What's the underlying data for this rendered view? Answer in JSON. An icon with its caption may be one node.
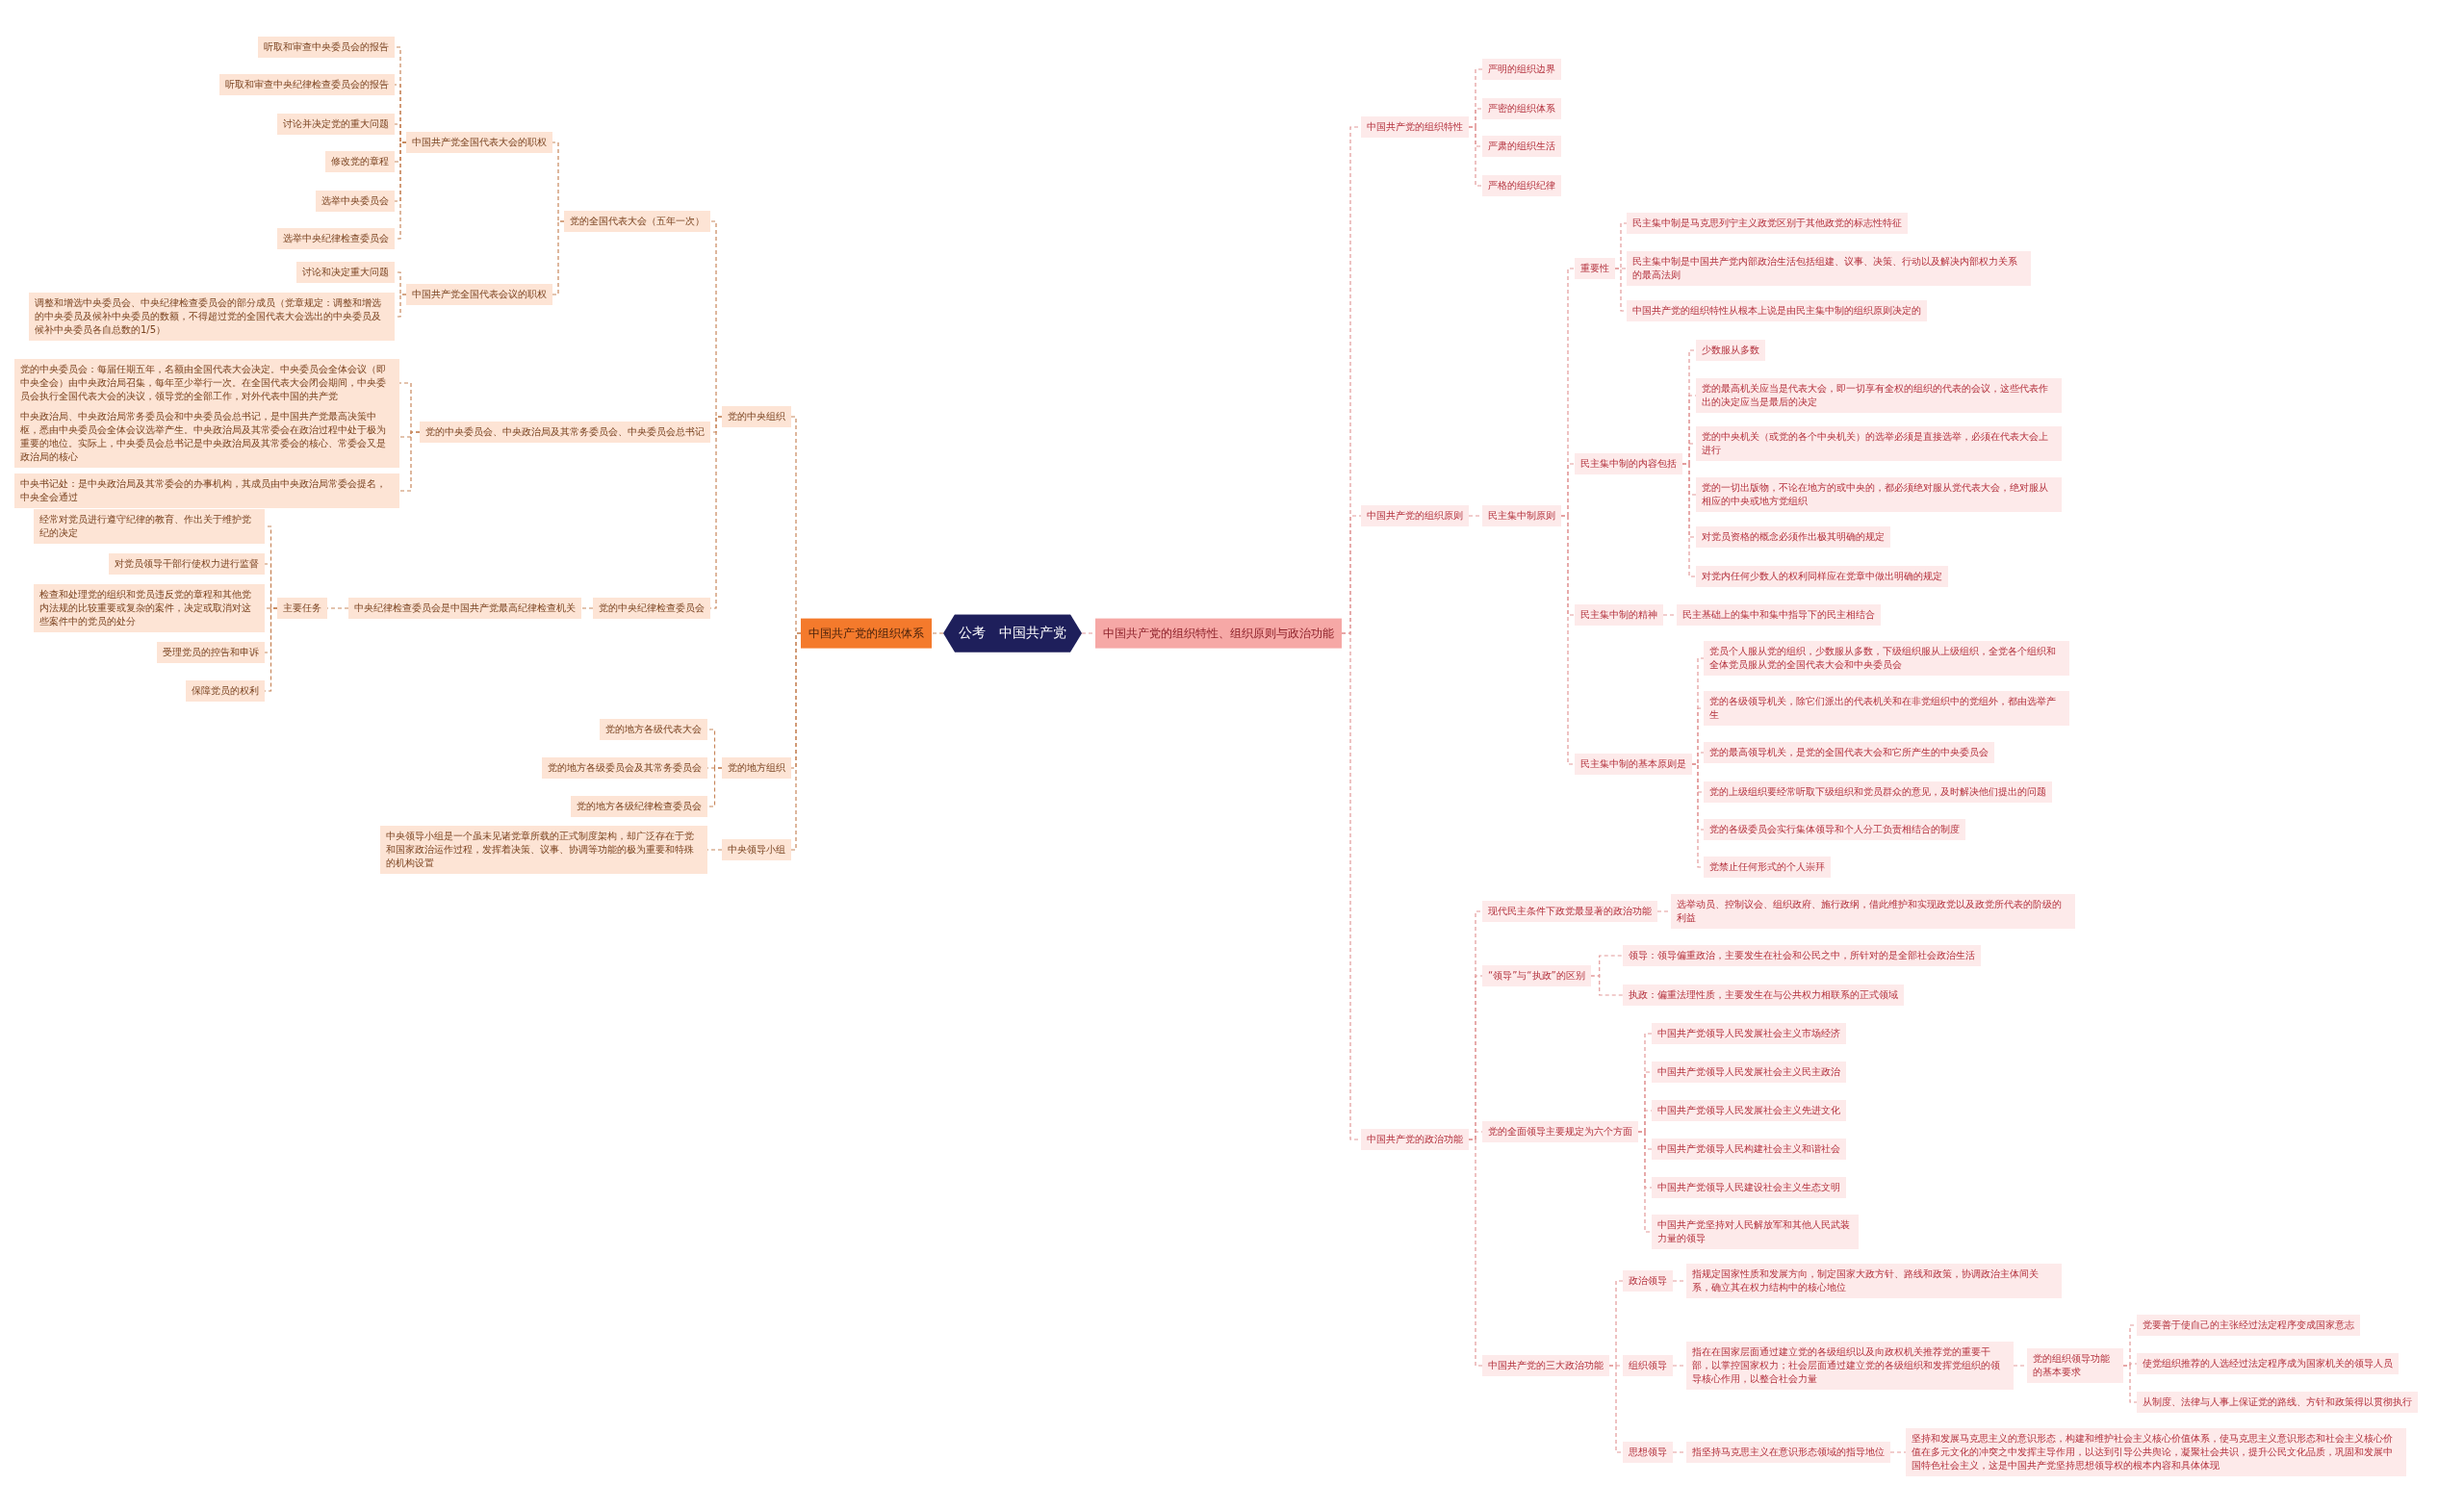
{
  "diagram": {
    "nodes": [
      {
        "text": [
          "公考　中国共产党"
        ]
      },
      {
        "text": [
          "中国共产党的组织体系"
        ]
      },
      {
        "text": [
          "党的中央组织"
        ]
      },
      {
        "text": [
          "党的全国代表大会（五年一次）"
        ]
      },
      {
        "text": [
          "中国共产党全国代表大会的职权"
        ]
      },
      {
        "text": [
          "听取和审查中央委员会的报告"
        ]
      },
      {
        "text": [
          "听取和审查中央纪律检查委员会的报告"
        ]
      },
      {
        "text": [
          "讨论并决定党的重大问题"
        ]
      },
      {
        "text": [
          "修改党的章程"
        ]
      },
      {
        "text": [
          "选举中央委员会"
        ]
      },
      {
        "text": [
          "选举中央纪律检查委员会"
        ]
      },
      {
        "text": [
          "中国共产党全国代表会议的职权"
        ]
      },
      {
        "text": [
          "讨论和决定重大问题"
        ]
      },
      {
        "text": [
          "调整和增选中央委员会、中央纪律检查委员会的部分成员（党章规定：调整和增选的中央委员及候补中央委员的数额，不得超过党的全国代表大会选出的中央委员及候补中央委员各自总数的1/5）"
        ]
      },
      {
        "text": [
          "党的中央委员会、中央政治局及其常务委员会、中央委员会总书记"
        ]
      },
      {
        "text": [
          "党的中央委员会：每届任期五年，名额由全国代表大会决定。中央委员会全体会议（即中央全会）由中央政治局召集，每年至少举行一次。在全国代表大会闭会期间，中央委员会执行全国代表大会的决议，领导党的全部工作，对外代表中国的共产党"
        ]
      },
      {
        "text": [
          "中央政治局、中央政治局常务委员会和中央委员会总书记，是中国共产党最高决策中枢，悉由中央委员会全体会议选举产生。中央政治局及其常委会在政治过程中处于极为重要的地位。实际上，中央委员会总书记是中央政治局及其常委会的核心、常委会又是政治局的核心"
        ]
      },
      {
        "text": [
          "中央书记处：是中央政治局及其常委会的办事机构，其成员由中央政治局常委会提名，中央全会通过"
        ]
      },
      {
        "text": [
          "党的中央纪律检查委员会"
        ]
      },
      {
        "text": [
          "中央纪律检查委员会是中国共产党最高纪律检查机关"
        ]
      },
      {
        "text": [
          "主要任务"
        ]
      },
      {
        "text": [
          "经常对党员进行遵守纪律的教育、作出关于维护党纪的决定"
        ]
      },
      {
        "text": [
          "对党员领导干部行使权力进行监督"
        ]
      },
      {
        "text": [
          "检查和处理党的组织和党员违反党的章程和其他党内法规的比较重要或复杂的案件，决定或取消对这些案件中的党员的处分"
        ]
      },
      {
        "text": [
          "受理党员的控告和申诉"
        ]
      },
      {
        "text": [
          "保障党员的权利"
        ]
      },
      {
        "text": [
          "党的地方组织"
        ]
      },
      {
        "text": [
          "党的地方各级代表大会"
        ]
      },
      {
        "text": [
          "党的地方各级委员会及其常务委员会"
        ]
      },
      {
        "text": [
          "党的地方各级纪律检查委员会"
        ]
      },
      {
        "text": [
          "中央领导小组"
        ]
      },
      {
        "text": [
          "中央领导小组是一个虽未见诸党章所载的正式制度架构，却广泛存在于党和国家政治运作过程，发挥着决策、议事、协调等功能的极为重要和特殊的机构设置"
        ]
      },
      {
        "text": [
          "中国共产党的组织特性、组织原则与政治功能"
        ]
      },
      {
        "text": [
          "中国共产党的组织特性"
        ]
      },
      {
        "text": [
          "严明的组织边界"
        ]
      },
      {
        "text": [
          "严密的组织体系"
        ]
      },
      {
        "text": [
          "严肃的组织生活"
        ]
      },
      {
        "text": [
          "严格的组织纪律"
        ]
      },
      {
        "text": [
          "中国共产党的组织原则"
        ]
      },
      {
        "text": [
          "民主集中制原则"
        ]
      },
      {
        "text": [
          "重要性"
        ]
      },
      {
        "text": [
          "民主集中制是马克思列宁主义政党区别于其他政党的标志性特征"
        ]
      },
      {
        "text": [
          "民主集中制是中国共产党内部政治生活包括组建、议事、决策、行动以及解决内部权力关系的最高法则"
        ]
      },
      {
        "text": [
          "中国共产党的组织特性从根本上说是由民主集中制的组织原则决定的"
        ]
      },
      {
        "text": [
          "民主集中制的内容包括"
        ]
      },
      {
        "text": [
          "少数服从多数"
        ]
      },
      {
        "text": [
          "党的最高机关应当是代表大会，即一切享有全权的组织的代表的会议，这些代表作出的决定应当是最后的决定"
        ]
      },
      {
        "text": [
          "党的中央机关（或党的各个中央机关）的选举必须是直接选举，必须在代表大会上进行"
        ]
      },
      {
        "text": [
          "党的一切出版物，不论在地方的或中央的，都必须绝对服从党代表大会，绝对服从相应的中央或地方党组织"
        ]
      },
      {
        "text": [
          "对党员资格的概念必须作出极其明确的规定"
        ]
      },
      {
        "text": [
          "对党内任何少数人的权利同样应在党章中做出明确的规定"
        ]
      },
      {
        "text": [
          "民主集中制的精神"
        ]
      },
      {
        "text": [
          "民主基础上的集中和集中指导下的民主相结合"
        ]
      },
      {
        "text": [
          "民主集中制的基本原则是"
        ]
      },
      {
        "text": [
          "党员个人服从党的组织，少数服从多数，下级组织服从上级组织，全党各个组织和全体党员服从党的全国代表大会和中央委员会"
        ]
      },
      {
        "text": [
          "党的各级领导机关，除它们派出的代表机关和在非党组织中的党组外，都由选举产生"
        ]
      },
      {
        "text": [
          "党的最高领导机关，是党的全国代表大会和它所产生的中央委员会"
        ]
      },
      {
        "text": [
          "党的上级组织要经常听取下级组织和党员群众的意见，及时解决他们提出的问题"
        ]
      },
      {
        "text": [
          "党的各级委员会实行集体领导和个人分工负责相结合的制度"
        ]
      },
      {
        "text": [
          "党禁止任何形式的个人崇拜"
        ]
      },
      {
        "text": [
          "中国共产党的政治功能"
        ]
      },
      {
        "text": [
          "现代民主条件下政党最显著的政治功能"
        ]
      },
      {
        "text": [
          "选举动员、控制议会、组织政府、施行政纲，借此维护和实现政党以及政党所代表的阶级的利益"
        ]
      },
      {
        "text": [
          "“领导”与“执政”的区别"
        ]
      },
      {
        "text": [
          "领导：领导偏重政治，主要发生在社会和公民之中，所针对的是全部社会政治生活"
        ]
      },
      {
        "text": [
          "执政：偏重法理性质，主要发生在与公共权力相联系的正式领域"
        ]
      },
      {
        "text": [
          "党的全面领导主要规定为六个方面"
        ]
      },
      {
        "text": [
          "中国共产党领导人民发展社会主义市场经济"
        ]
      },
      {
        "text": [
          "中国共产党领导人民发展社会主义民主政治"
        ]
      },
      {
        "text": [
          "中国共产党领导人民发展社会主义先进文化"
        ]
      },
      {
        "text": [
          "中国共产党领导人民构建社会主义和谐社会"
        ]
      },
      {
        "text": [
          "中国共产党领导人民建设社会主义生态文明"
        ]
      },
      {
        "text": [
          "中国共产党坚持对人民解放军和其他人民武装力量的领导"
        ]
      },
      {
        "text": [
          "中国共产党的三大政治功能"
        ]
      },
      {
        "text": [
          "政治领导"
        ]
      },
      {
        "text": [
          "指规定国家性质和发展方向，制定国家大政方针、路线和政策，协调政治主体间关系，确立其在权力结构中的核心地位"
        ]
      },
      {
        "text": [
          "组织领导"
        ]
      },
      {
        "text": [
          "指在在国家层面通过建立党的各级组织以及向政权机关推荐党的重要干部，以掌控国家权力；社会层面通过建立党的各级组织和发挥党组织的领导核心作用，以整合社会力量"
        ]
      },
      {
        "text": [
          "党的组织领导功能的基本要求"
        ]
      },
      {
        "text": [
          "党要善于使自己的主张经过法定程序变成国家意志"
        ]
      },
      {
        "text": [
          "使党组织推荐的人选经过法定程序成为国家机关的领导人员"
        ]
      },
      {
        "text": [
          "从制度、法律与人事上保证党的路线、方针和政策得以贯彻执行"
        ]
      },
      {
        "text": [
          "思想领导"
        ]
      },
      {
        "text": [
          "指坚持马克思主义在意识形态领域的指导地位"
        ]
      },
      {
        "text": [
          "坚持和发展马克思主义的意识形态，构建和维护社会主义核心价值体系，使马克思主义意识形态和社会主义核心价值在多元文化的冲突之中发挥主导作用，以达到引导公共舆论，凝聚社会共识，提升公民文化品质，巩固和发展中国特色社会主义，这是中国共产党坚持思想领导权的根本内容和具体体现"
        ]
      }
    ],
    "edges": [
      {
        "from": 0,
        "to": 1,
        "arrow": "none",
        "color": "#c8875c"
      },
      {
        "from": 1,
        "to": 2,
        "arrow": "none",
        "color": "#c8875c"
      },
      {
        "from": 2,
        "to": 3,
        "arrow": "none",
        "color": "#c8875c"
      },
      {
        "from": 3,
        "to": 4,
        "arrow": "none",
        "color": "#c8875c"
      },
      {
        "from": 4,
        "to": 5,
        "arrow": "none",
        "color": "#c8875c"
      },
      {
        "from": 4,
        "to": 6,
        "arrow": "none",
        "color": "#c8875c"
      },
      {
        "from": 4,
        "to": 7,
        "arrow": "none",
        "color": "#c8875c"
      },
      {
        "from": 4,
        "to": 8,
        "arrow": "none",
        "color": "#c8875c"
      },
      {
        "from": 4,
        "to": 9,
        "arrow": "none",
        "color": "#c8875c"
      },
      {
        "from": 4,
        "to": 10,
        "arrow": "none",
        "color": "#c8875c"
      },
      {
        "from": 3,
        "to": 11,
        "arrow": "none",
        "color": "#c8875c"
      },
      {
        "from": 11,
        "to": 12,
        "arrow": "none",
        "color": "#c8875c"
      },
      {
        "from": 11,
        "to": 13,
        "arrow": "none",
        "color": "#c8875c"
      },
      {
        "from": 2,
        "to": 14,
        "arrow": "none",
        "color": "#c8875c"
      },
      {
        "from": 14,
        "to": 15,
        "arrow": "none",
        "color": "#c8875c"
      },
      {
        "from": 14,
        "to": 16,
        "arrow": "none",
        "color": "#c8875c"
      },
      {
        "from": 14,
        "to": 17,
        "arrow": "none",
        "color": "#c8875c"
      },
      {
        "from": 2,
        "to": 18,
        "arrow": "none",
        "color": "#c8875c"
      },
      {
        "from": 18,
        "to": 19,
        "arrow": "none",
        "color": "#c8875c"
      },
      {
        "from": 19,
        "to": 20,
        "arrow": "none",
        "color": "#c8875c"
      },
      {
        "from": 20,
        "to": 21,
        "arrow": "none",
        "color": "#c8875c"
      },
      {
        "from": 20,
        "to": 22,
        "arrow": "none",
        "color": "#c8875c"
      },
      {
        "from": 20,
        "to": 23,
        "arrow": "none",
        "color": "#c8875c"
      },
      {
        "from": 20,
        "to": 24,
        "arrow": "none",
        "color": "#c8875c"
      },
      {
        "from": 20,
        "to": 25,
        "arrow": "none",
        "color": "#c8875c"
      },
      {
        "from": 1,
        "to": 26,
        "arrow": "none",
        "color": "#c8875c"
      },
      {
        "from": 26,
        "to": 27,
        "arrow": "none",
        "color": "#c8875c"
      },
      {
        "from": 26,
        "to": 28,
        "arrow": "none",
        "color": "#c8875c"
      },
      {
        "from": 26,
        "to": 29,
        "arrow": "none",
        "color": "#c8875c"
      },
      {
        "from": 1,
        "to": 30,
        "arrow": "none",
        "color": "#c8875c"
      },
      {
        "from": 30,
        "to": 31,
        "arrow": "none",
        "color": "#c8875c"
      },
      {
        "from": 0,
        "to": 32,
        "arrow": "none"
      },
      {
        "from": 32,
        "to": 33,
        "arrow": "none"
      },
      {
        "from": 33,
        "to": 34,
        "arrow": "none"
      },
      {
        "from": 33,
        "to": 35,
        "arrow": "none"
      },
      {
        "from": 33,
        "to": 36,
        "arrow": "none"
      },
      {
        "from": 33,
        "to": 37,
        "arrow": "none"
      },
      {
        "from": 32,
        "to": 38,
        "arrow": "none"
      },
      {
        "from": 38,
        "to": 39,
        "arrow": "none"
      },
      {
        "from": 39,
        "to": 40,
        "arrow": "none"
      },
      {
        "from": 40,
        "to": 41,
        "arrow": "none"
      },
      {
        "from": 40,
        "to": 42,
        "arrow": "none"
      },
      {
        "from": 40,
        "to": 43,
        "arrow": "none"
      },
      {
        "from": 39,
        "to": 44,
        "arrow": "none"
      },
      {
        "from": 44,
        "to": 45,
        "arrow": "none"
      },
      {
        "from": 44,
        "to": 46,
        "arrow": "none"
      },
      {
        "from": 44,
        "to": 47,
        "arrow": "none"
      },
      {
        "from": 44,
        "to": 48,
        "arrow": "none"
      },
      {
        "from": 44,
        "to": 49,
        "arrow": "none"
      },
      {
        "from": 44,
        "to": 50,
        "arrow": "none"
      },
      {
        "from": 39,
        "to": 51,
        "arrow": "none"
      },
      {
        "from": 51,
        "to": 52,
        "arrow": "none"
      },
      {
        "from": 39,
        "to": 53,
        "arrow": "none"
      },
      {
        "from": 53,
        "to": 54,
        "arrow": "none"
      },
      {
        "from": 53,
        "to": 55,
        "arrow": "none"
      },
      {
        "from": 53,
        "to": 56,
        "arrow": "none"
      },
      {
        "from": 53,
        "to": 57,
        "arrow": "none"
      },
      {
        "from": 53,
        "to": 58,
        "arrow": "none"
      },
      {
        "from": 53,
        "to": 59,
        "arrow": "none"
      },
      {
        "from": 32,
        "to": 60,
        "arrow": "none"
      },
      {
        "from": 60,
        "to": 61,
        "arrow": "none"
      },
      {
        "from": 61,
        "to": 62,
        "arrow": "none"
      },
      {
        "from": 60,
        "to": 63,
        "arrow": "none"
      },
      {
        "from": 63,
        "to": 64,
        "arrow": "none"
      },
      {
        "from": 63,
        "to": 65,
        "arrow": "none"
      },
      {
        "from": 60,
        "to": 66,
        "arrow": "none"
      },
      {
        "from": 66,
        "to": 67,
        "arrow": "none"
      },
      {
        "from": 66,
        "to": 68,
        "arrow": "none"
      },
      {
        "from": 66,
        "to": 69,
        "arrow": "none"
      },
      {
        "from": 66,
        "to": 70,
        "arrow": "none"
      },
      {
        "from": 66,
        "to": 71,
        "arrow": "none"
      },
      {
        "from": 66,
        "to": 72,
        "arrow": "none"
      },
      {
        "from": 60,
        "to": 73,
        "arrow": "none"
      },
      {
        "from": 73,
        "to": 74,
        "arrow": "none"
      },
      {
        "from": 74,
        "to": 75,
        "arrow": "none"
      },
      {
        "from": 73,
        "to": 76,
        "arrow": "none"
      },
      {
        "from": 76,
        "to": 77,
        "arrow": "none"
      },
      {
        "from": 77,
        "to": 78,
        "arrow": "none"
      },
      {
        "from": 78,
        "to": 79,
        "arrow": "none"
      },
      {
        "from": 78,
        "to": 80,
        "arrow": "none"
      },
      {
        "from": 78,
        "to": 81,
        "arrow": "none"
      },
      {
        "from": 73,
        "to": 82,
        "arrow": "none"
      },
      {
        "from": 82,
        "to": 83,
        "arrow": "none"
      },
      {
        "from": 83,
        "to": 84,
        "arrow": "none"
      }
    ]
  }
}
